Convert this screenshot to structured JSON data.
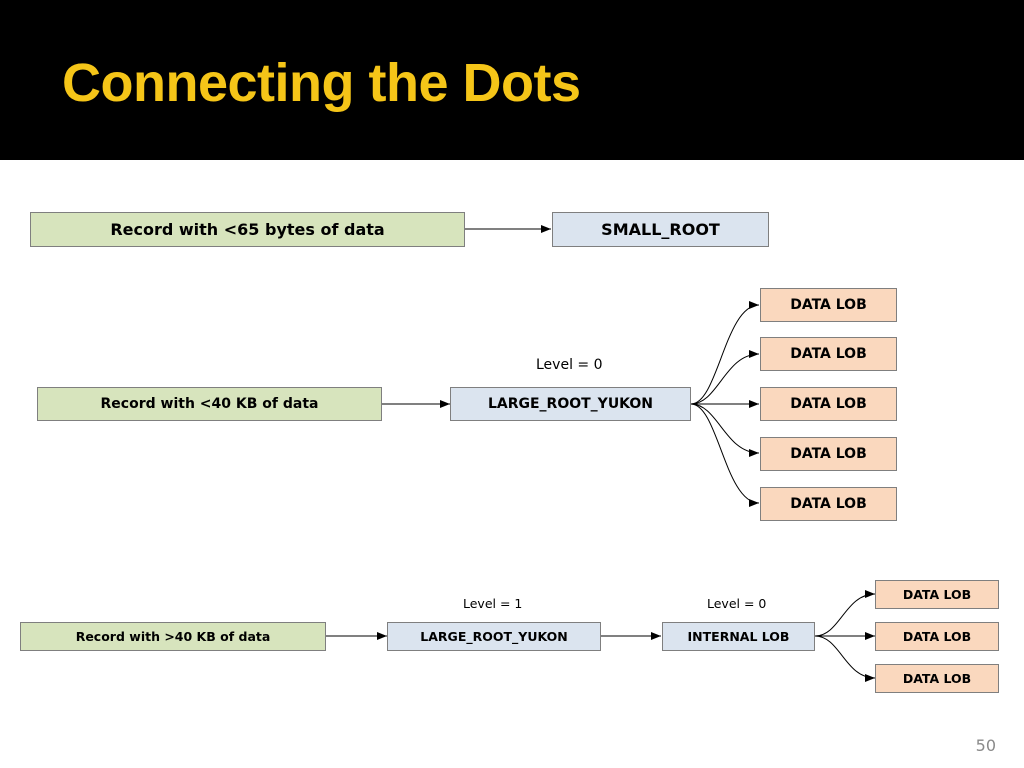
{
  "slide": {
    "title": "Connecting the Dots",
    "page_number": "50"
  },
  "diagram1": {
    "source": "Record with <65 bytes of data",
    "target": "SMALL_ROOT"
  },
  "diagram2": {
    "source": "Record with <40 KB of data",
    "root": "LARGE_ROOT_YUKON",
    "level_label": "Level = 0",
    "children": [
      "DATA LOB",
      "DATA LOB",
      "DATA LOB",
      "DATA LOB",
      "DATA LOB"
    ]
  },
  "diagram3": {
    "source": "Record with >40 KB of data",
    "root": "LARGE_ROOT_YUKON",
    "root_level_label": "Level = 1",
    "internal": "INTERNAL LOB",
    "internal_level_label": "Level = 0",
    "children": [
      "DATA LOB",
      "DATA LOB",
      "DATA LOB"
    ]
  },
  "colors": {
    "title": "#f5c518",
    "record_box": "#d7e4bd",
    "root_box": "#dbe4ef",
    "data_lob_box": "#fad8be"
  }
}
